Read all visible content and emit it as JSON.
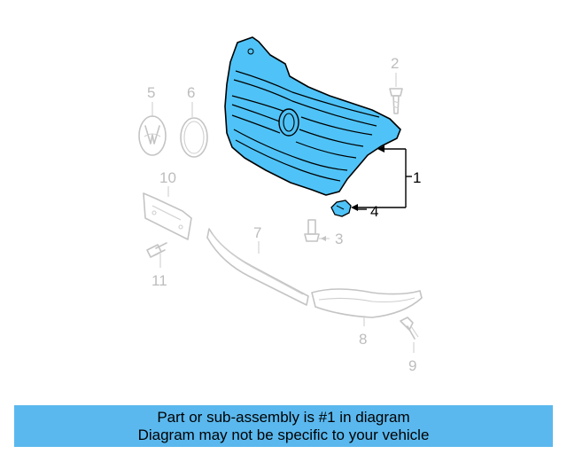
{
  "callouts": {
    "part_1": "1",
    "part_2": "2",
    "part_3": "3",
    "part_4": "4",
    "part_5": "5",
    "part_6": "6",
    "part_7": "7",
    "part_8": "8",
    "part_9": "9",
    "part_10": "10",
    "part_11": "11"
  },
  "footer": {
    "line1": "Part or sub-assembly is #1 in diagram",
    "line2": "Diagram may not be specific to your vehicle"
  },
  "colors": {
    "highlight": "#4fc3f7",
    "banner": "#5ab8ee",
    "ghost": "#c4c4c4"
  }
}
